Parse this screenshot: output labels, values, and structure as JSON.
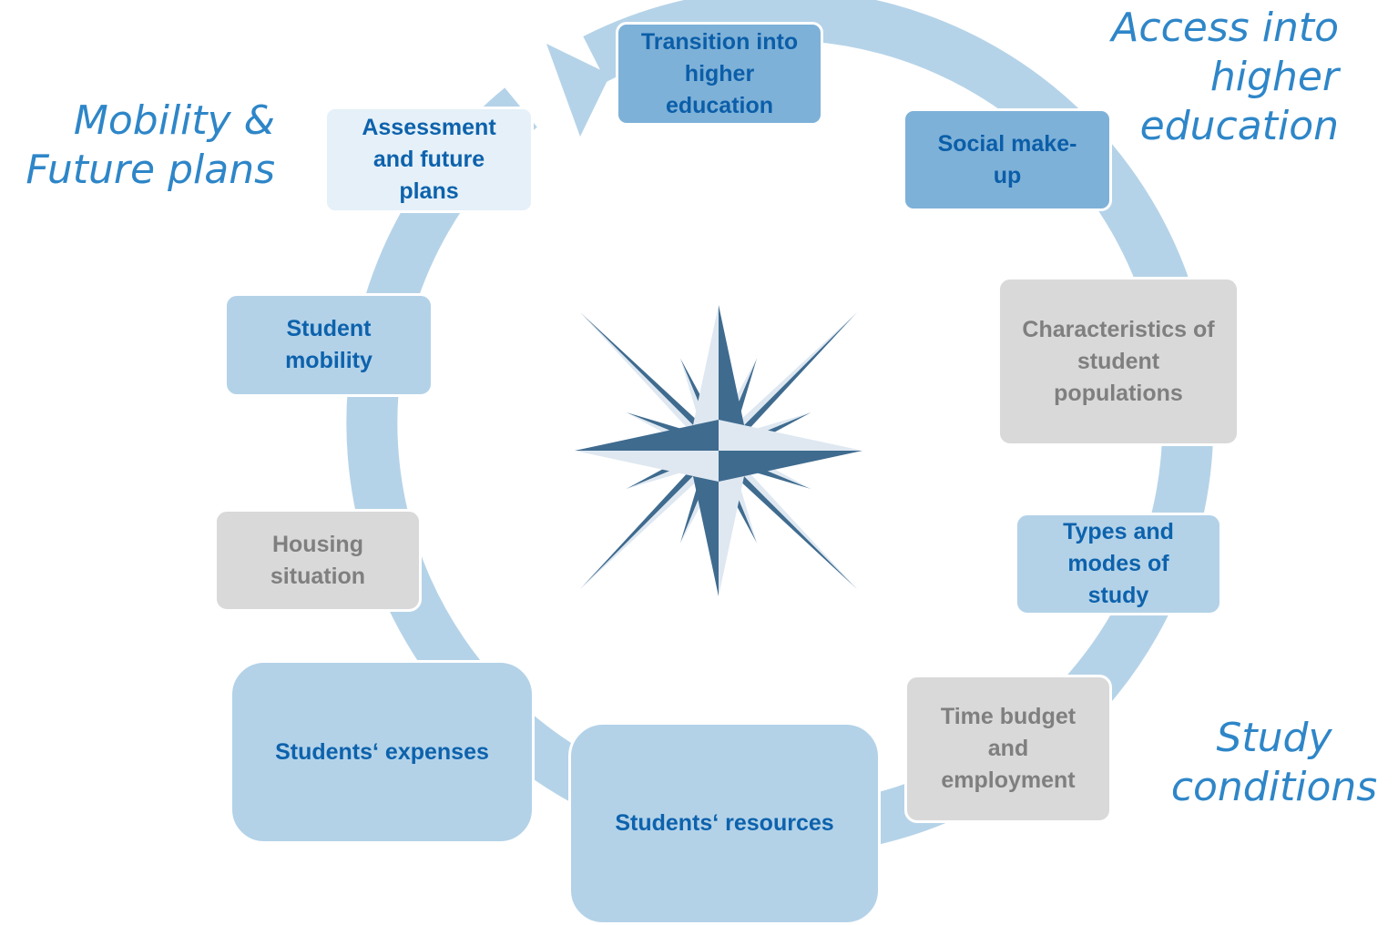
{
  "phases": {
    "access": "Access into\nhigher\neducation",
    "study": "Study\nconditions",
    "mobility": "Mobility &\nFuture plans"
  },
  "steps": {
    "transition": "Transition into\nhigher\neducation",
    "social": "Social make-\nup",
    "characteristics": "Characteristics of\nstudent\npopulations",
    "types": "Types and\nmodes of\nstudy",
    "time_budget": "Time budget\nand\nemployment",
    "resources": "Students‘ resources",
    "expenses": "Students‘ expenses",
    "housing": "Housing\nsituation",
    "mobility": "Student\nmobility",
    "assessment": "Assessment\nand future\nplans"
  },
  "colors": {
    "ring": "#b5d3e8",
    "box_dark_blue": "#7eb1d8",
    "box_mid_blue": "#b3d2e8",
    "box_light_blue": "#e5f0f8",
    "box_gray": "#d9d9d9",
    "text_blue": "#0d62ac",
    "text_gray": "#7f7f7f",
    "phase_text": "#2e86c8",
    "compass_dark": "#3f6b8f",
    "compass_light": "#dfe8f1"
  },
  "icons": {
    "center": "compass-rose-icon"
  }
}
